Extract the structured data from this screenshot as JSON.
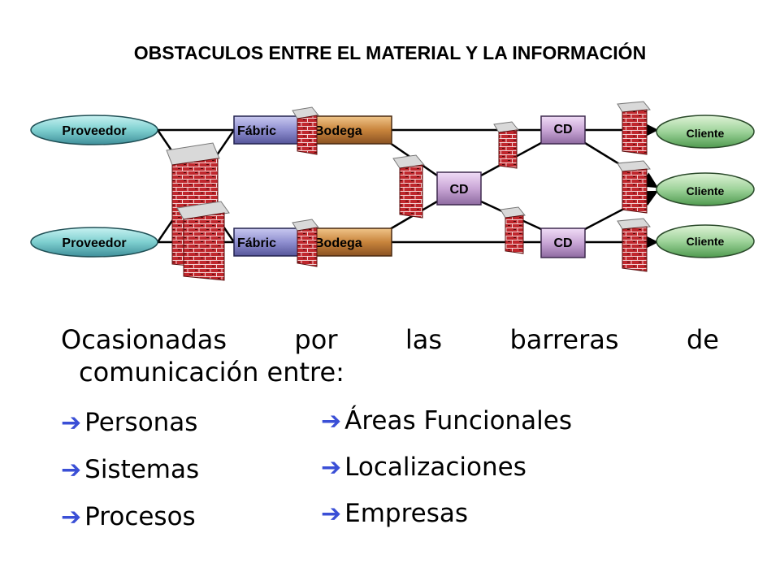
{
  "title": "OBSTACULOS ENTRE EL MATERIAL Y LA INFORMACIÓN",
  "nodes": {
    "proveedor_top": "Proveedor",
    "proveedor_bottom": "Proveedor",
    "fabrica_top": "Fábric",
    "fabrica_bottom": "Fábric",
    "bodega_top": "Bodega",
    "bodega_bottom": "Bodega",
    "cd_center": "CD",
    "cd_top": "CD",
    "cd_bottom": "CD",
    "cliente_1": "Cliente",
    "cliente_2": "Cliente",
    "cliente_3": "Cliente"
  },
  "description": {
    "words": [
      "Ocasionadas",
      "por",
      "las",
      "barreras",
      "de"
    ],
    "line2": "comunicación entre:"
  },
  "bullets_left": [
    "Personas",
    "Sistemas",
    "Procesos"
  ],
  "bullets_right": [
    "Áreas Funcionales",
    "Localizaciones",
    "Empresas"
  ],
  "bullet_icon": "right-arrow-icon",
  "colors": {
    "proveedor": "#7ecfcf",
    "fabrica": "#8f8fd0",
    "bodega": "#c8843c",
    "cd": "#c9a6d6",
    "cliente": "#6fb56f",
    "brick": "#c0272d",
    "arrow": "#3a4fd6"
  }
}
